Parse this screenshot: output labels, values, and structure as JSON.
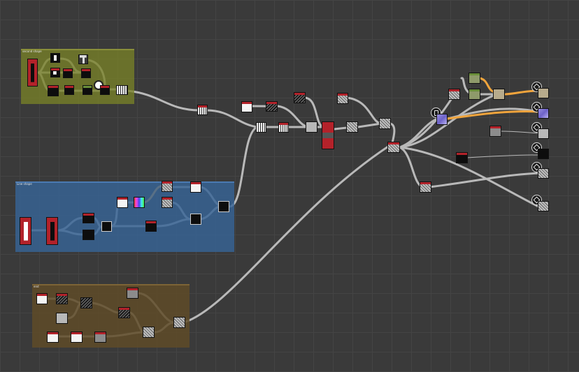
{
  "frames": {
    "green": {
      "title": "second shape"
    },
    "blue": {
      "title": "Line shape"
    },
    "brown": {
      "title": "end"
    }
  },
  "colors": {
    "canvas": "#3a3a3a",
    "wire": "#b9b9b9",
    "wire_highlight": "#f0a43c",
    "node_header": "#b3222a"
  },
  "icons": [
    "output-node-icon",
    "document-icon",
    "pin-icon"
  ]
}
